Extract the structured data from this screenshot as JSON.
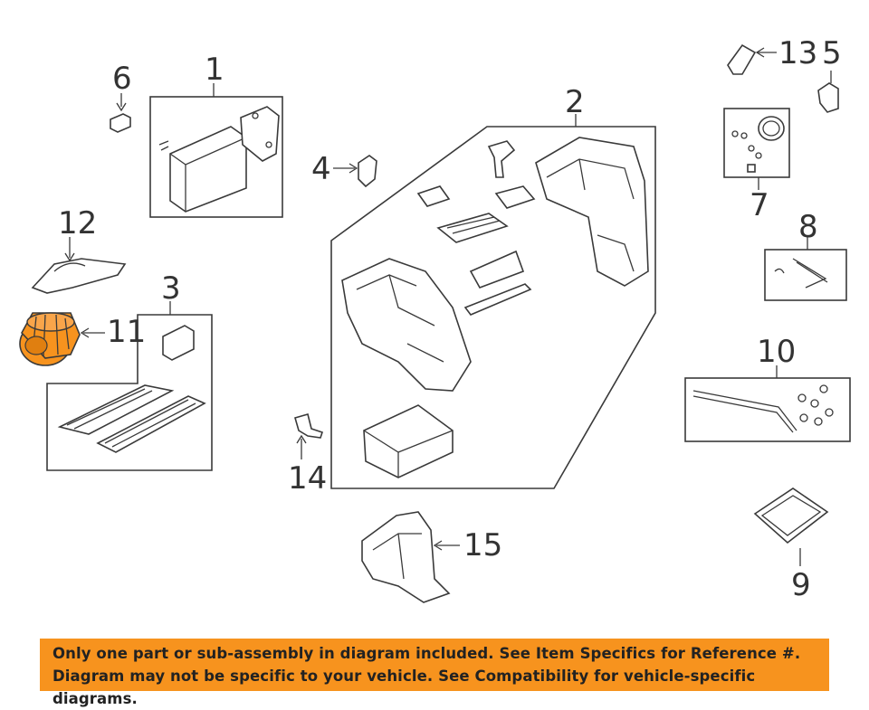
{
  "callouts": [
    {
      "id": "1",
      "text": "1"
    },
    {
      "id": "2",
      "text": "2"
    },
    {
      "id": "3",
      "text": "3"
    },
    {
      "id": "4",
      "text": "4"
    },
    {
      "id": "5",
      "text": "5"
    },
    {
      "id": "6",
      "text": "6"
    },
    {
      "id": "7",
      "text": "7"
    },
    {
      "id": "8",
      "text": "8"
    },
    {
      "id": "9",
      "text": "9"
    },
    {
      "id": "10",
      "text": "10"
    },
    {
      "id": "11",
      "text": "11"
    },
    {
      "id": "12",
      "text": "12"
    },
    {
      "id": "13",
      "text": "13"
    },
    {
      "id": "14",
      "text": "14"
    },
    {
      "id": "15",
      "text": "15"
    }
  ],
  "highlight_color": "#f7931e",
  "banner": {
    "line1": "Only one part or sub-assembly in diagram included. See Item Specifics for Reference #.",
    "line2": "Diagram may not be specific to your vehicle. See Compatibility for vehicle-specific diagrams."
  }
}
